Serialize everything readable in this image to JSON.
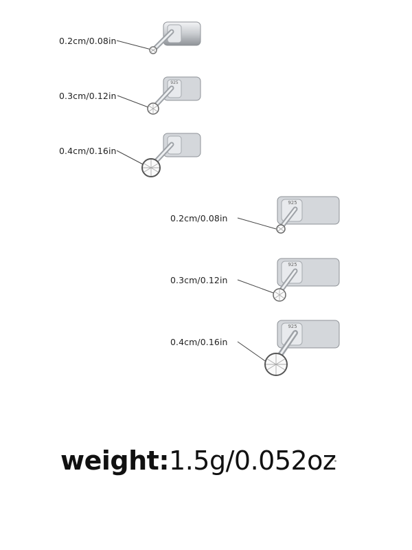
{
  "sizes": [
    {
      "label": "0.2cm/0.08in"
    },
    {
      "label": "0.3cm/0.12in"
    },
    {
      "label": "0.4cm/0.16in"
    },
    {
      "label": "0.2cm/0.08in"
    },
    {
      "label": "0.3cm/0.12in"
    },
    {
      "label": "0.4cm/0.16in"
    }
  ],
  "stamp": "925",
  "weight": {
    "prefix": "weight:",
    "value": "1.5g/0.052oz"
  },
  "colors": {
    "silver": "#c9ccd0",
    "silver_dark": "#8e9297",
    "text": "#222222"
  }
}
